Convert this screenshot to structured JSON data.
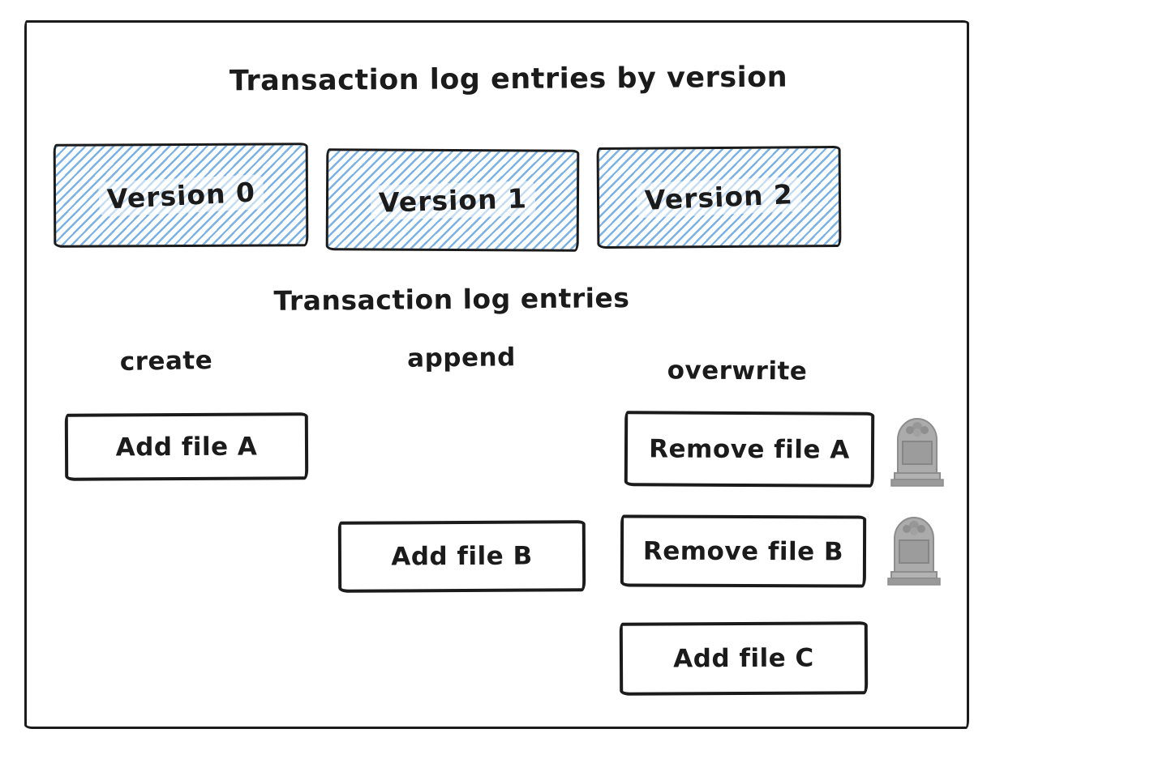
{
  "header": {
    "title": "Transaction log entries by version"
  },
  "versions": [
    {
      "label": "Version 0"
    },
    {
      "label": "Version 1"
    },
    {
      "label": "Version 2"
    }
  ],
  "log": {
    "subtitle": "Transaction log entries",
    "columns": [
      {
        "label": "create"
      },
      {
        "label": "append"
      },
      {
        "label": "overwrite"
      }
    ],
    "entries": [
      {
        "label": "Add file A",
        "column": "create",
        "row": 1,
        "tombstone": false
      },
      {
        "label": "Remove file A",
        "column": "overwrite",
        "row": 1,
        "tombstone": true
      },
      {
        "label": "Add file B",
        "column": "append",
        "row": 2,
        "tombstone": false
      },
      {
        "label": "Remove file B",
        "column": "overwrite",
        "row": 2,
        "tombstone": true
      },
      {
        "label": "Add file C",
        "column": "overwrite",
        "row": 3,
        "tombstone": false
      }
    ]
  },
  "icons": {
    "tombstone": "🪦"
  },
  "colors": {
    "ink": "#1b1b1b",
    "hatch_blue": "#7ab2e6",
    "background": "#ffffff",
    "tombstone_gray": "#ababab"
  }
}
